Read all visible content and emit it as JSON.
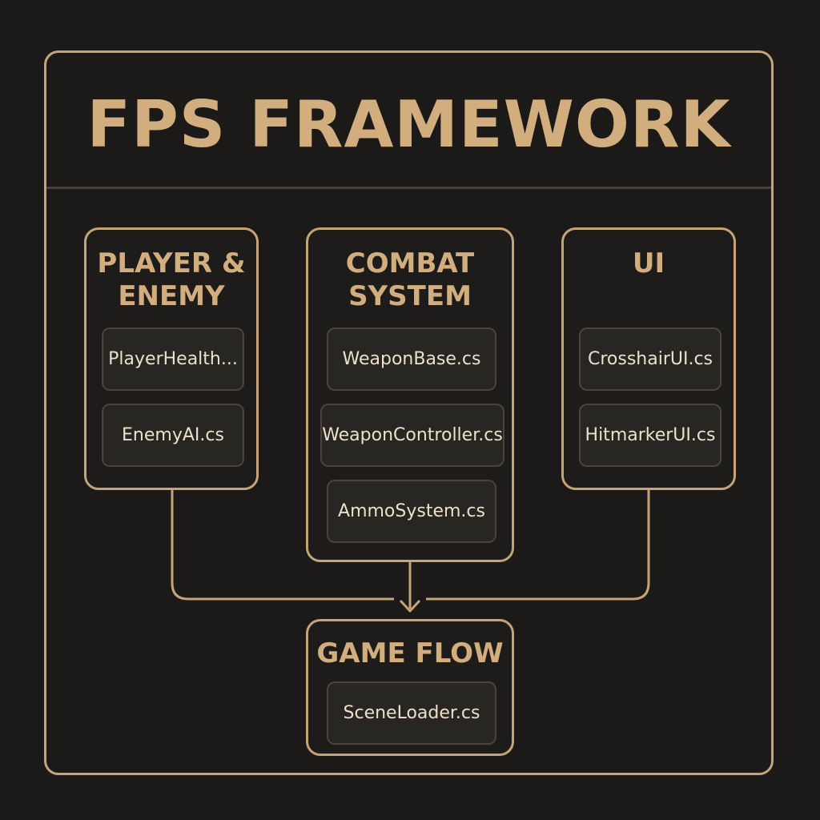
{
  "title": "FPS FRAMEWORK",
  "colors": {
    "background": "#1b1a19",
    "accent": "#c5a477",
    "title_text": "#d2ae7e",
    "file_text": "#ece0c8",
    "file_border": "#4d4337"
  },
  "groups": {
    "player_enemy": {
      "title_line1": "PLAYER &",
      "title_line2": "ENEMY",
      "files": [
        "PlayerHealth...",
        "EnemyAI.cs"
      ]
    },
    "combat_system": {
      "title_line1": "COMBAT",
      "title_line2": "SYSTEM",
      "files": [
        "WeaponBase.cs",
        "WeaponController.cs",
        "AmmoSystem.cs"
      ]
    },
    "ui": {
      "title_line1": "UI",
      "files": [
        "CrosshairUI.cs",
        "HitmarkerUI.cs"
      ]
    },
    "game_flow": {
      "title_line1": "GAME FLOW",
      "files": [
        "SceneLoader.cs"
      ]
    }
  }
}
